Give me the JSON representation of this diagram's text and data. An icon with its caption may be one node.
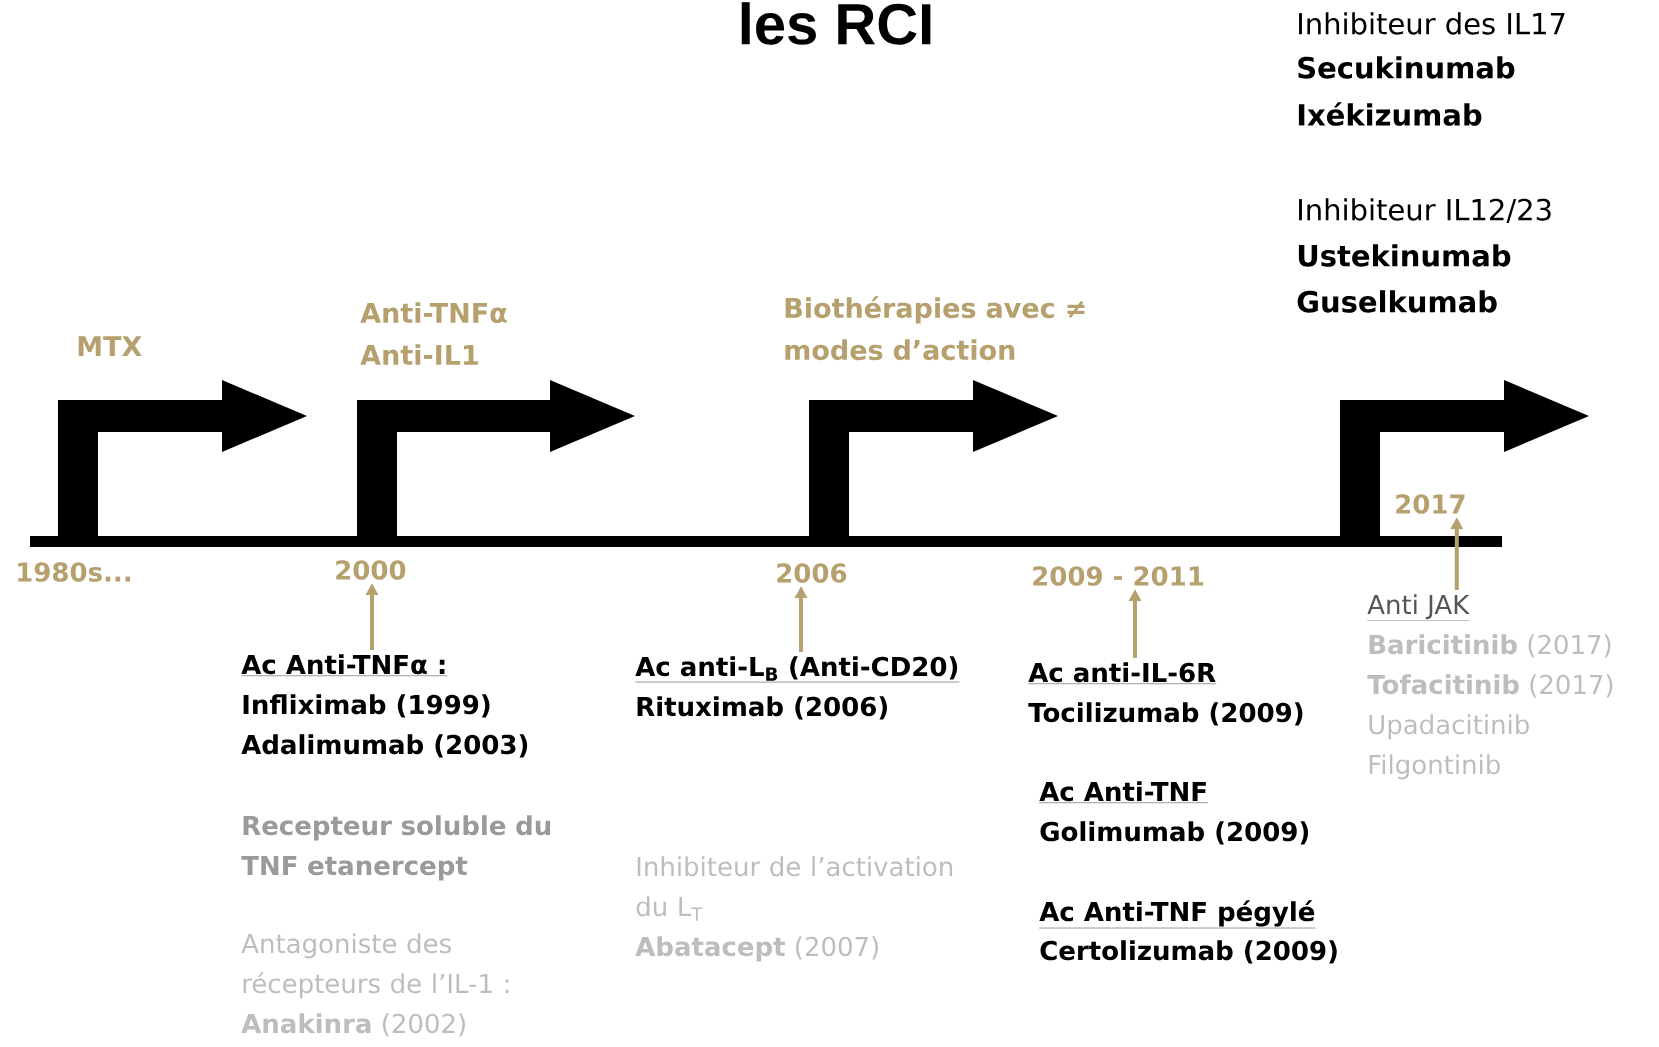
{
  "diagram": {
    "title": "les RCI",
    "nodes": [
      {
        "text": [
          "1980s..."
        ]
      },
      {
        "text": [
          "2000"
        ]
      },
      {
        "text": [
          "2006"
        ]
      },
      {
        "text": [
          "2009 - 2011"
        ]
      },
      {
        "text": [
          "2017"
        ]
      },
      {
        "text": [
          "Ac Anti-TNFα :",
          "Infliximab (1999)",
          "Adalimumab (2003)"
        ]
      },
      {
        "text": [
          "Ac anti-L$_{B}$ (Anti-CD20)",
          "Rituximab (2006)"
        ]
      },
      {
        "text": [
          "Ac anti-IL-6R",
          "Tocilizumab (2009)"
        ]
      },
      {
        "text": [
          "Anti JAK",
          "**Baricitinib** (2017)",
          "**Tofacitinib** (2017)",
          "Upadacitinib",
          "Filgontinib"
        ]
      }
    ],
    "edges": [
      {
        "from": 5,
        "to": 1,
        "arrow": "to"
      },
      {
        "from": 6,
        "to": 2,
        "arrow": "to"
      },
      {
        "from": 7,
        "to": 3,
        "arrow": "to"
      },
      {
        "from": 8,
        "to": 4,
        "arrow": "to"
      }
    ],
    "labels": [
      "Inhibiteur des IL17",
      "Secukinumab",
      "Ixékizumab",
      "Inhibiteur IL12/23",
      "Ustekinumab",
      "Guselkumab",
      "MTX",
      "Anti-TNFα",
      "Anti-IL1",
      "Biothérapies avec ≠ modes d’action",
      "Recepteur soluble du TNF etanercept",
      "Antagoniste des récepteurs de l’IL-1 :",
      "**Anakinra** (2002)",
      "Inhibiteur de l’activation du L$_{T}$",
      "**Abatacept** (2007)",
      "Ac Anti-TNF",
      "Golimumab (2009)",
      "Ac Anti-TNF pégylé",
      "Certolizumab (2009)"
    ]
  }
}
